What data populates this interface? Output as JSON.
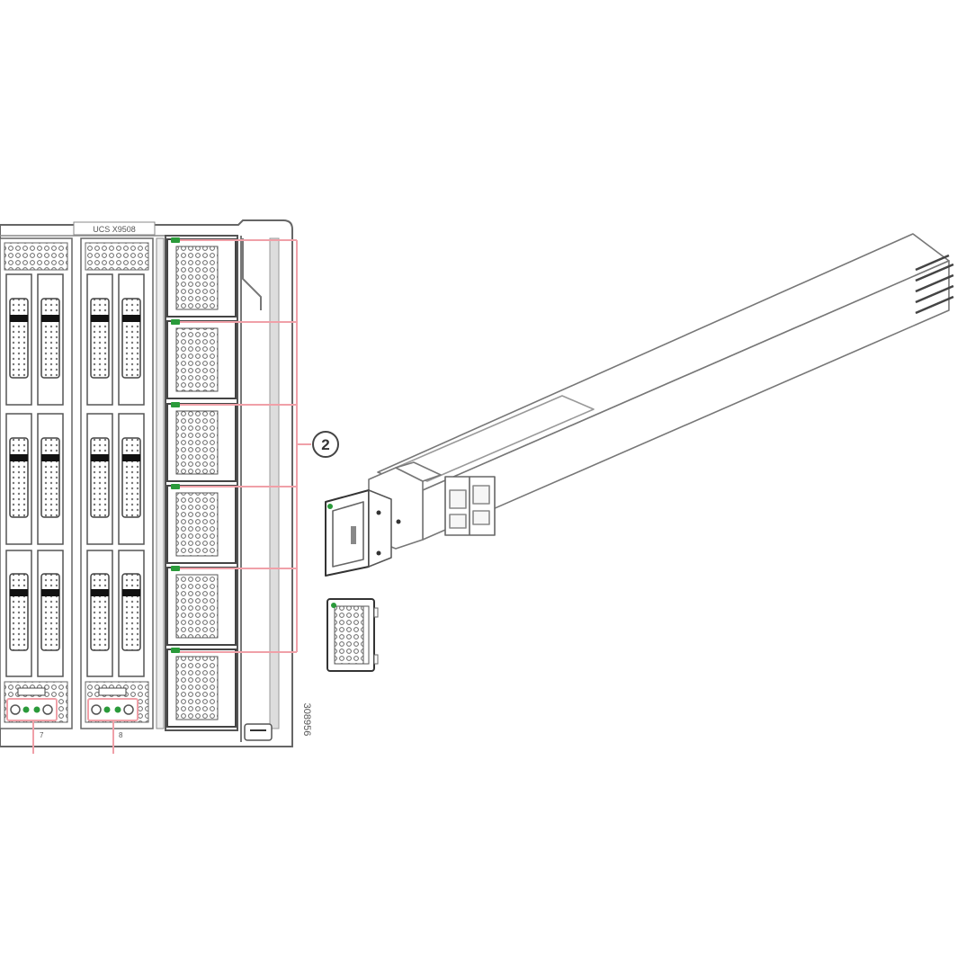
{
  "diagram": {
    "chassis_label": "UCS X9508",
    "callout_number": "2",
    "callout_target": "power supply units (6 slots)",
    "figure_id": "308956",
    "slot_numbers": [
      "7",
      "8"
    ],
    "psu_count": 6,
    "colors": {
      "callout_line": "#f0a0a8",
      "led_green": "#2a9a3a",
      "line_art": "#555555",
      "background": "#ffffff"
    }
  }
}
